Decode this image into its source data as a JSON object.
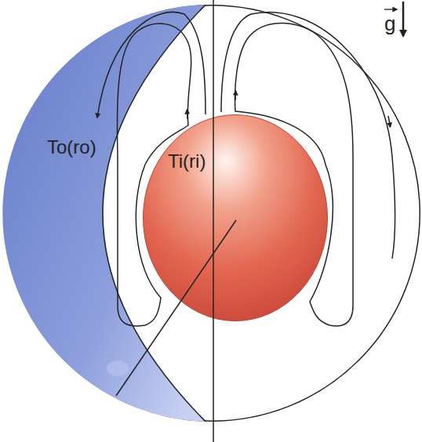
{
  "diagram": {
    "nodes": [
      {
        "text": [
          "To(ro)"
        ]
      },
      {
        "text": [
          "Ti(ri)"
        ],
        "in": 0
      }
    ],
    "labels": [
      "g"
    ]
  }
}
